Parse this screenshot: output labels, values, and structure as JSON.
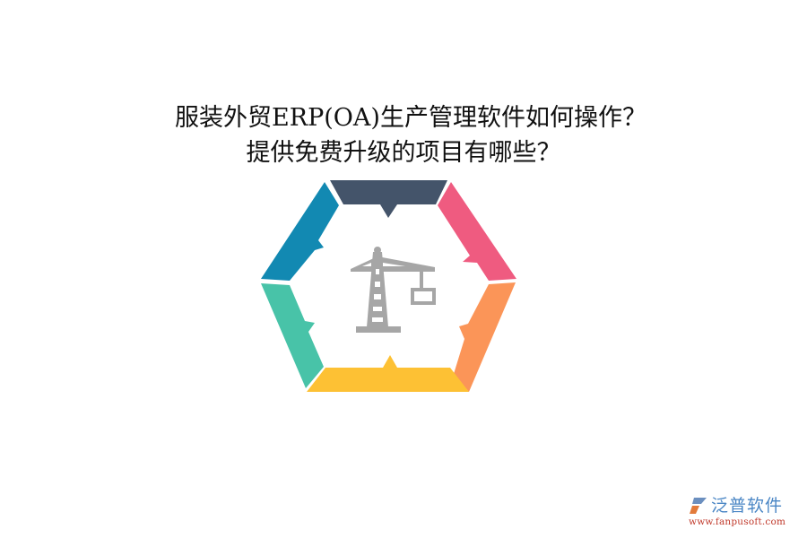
{
  "title": {
    "line1": "服装外贸ERP(OA)生产管理软件如何操作？",
    "line2": "提供免费升级的项目有哪些？"
  },
  "diagram": {
    "type": "hexagon-cycle",
    "center_icon": "tower-crane-icon",
    "center_icon_color": "#a6a6a6",
    "segments": [
      {
        "position": "top",
        "color": "#44546a"
      },
      {
        "position": "upper-right",
        "color": "#ef5b80"
      },
      {
        "position": "lower-right",
        "color": "#fb9558"
      },
      {
        "position": "bottom",
        "color": "#fdc134"
      },
      {
        "position": "lower-left",
        "color": "#48c3a8"
      },
      {
        "position": "upper-left",
        "color": "#1289b2"
      }
    ]
  },
  "logo": {
    "name": "泛普软件",
    "url": "www.fanpusoft.com",
    "name_color": "#4a86c5",
    "url_color": "#c0392b"
  }
}
